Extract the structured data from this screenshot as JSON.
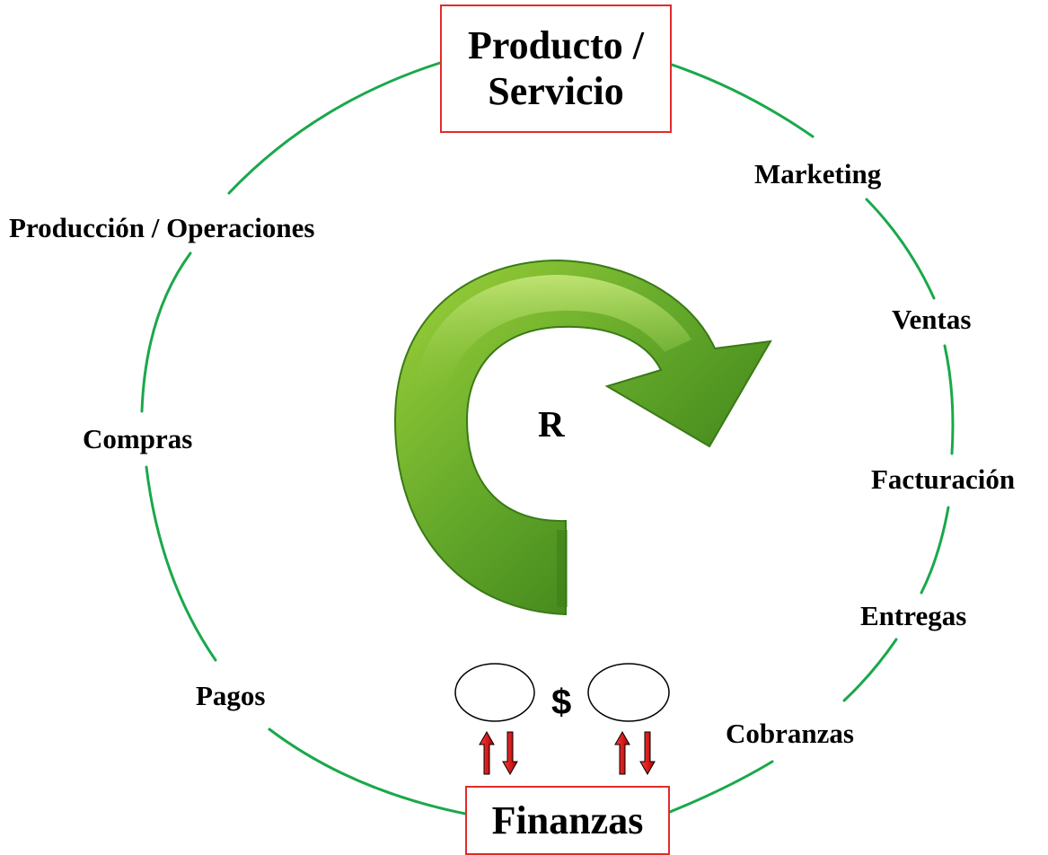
{
  "diagram": {
    "top_node": {
      "line1": "Producto /",
      "line2": "Servicio"
    },
    "bottom_node": {
      "label": "Finanzas"
    },
    "center_label": "R",
    "currency_symbol": "$",
    "steps": {
      "marketing": "Marketing",
      "ventas": "Ventas",
      "facturacion": "Facturación",
      "entregas": "Entregas",
      "cobranzas": "Cobranzas",
      "pagos": "Pagos",
      "compras": "Compras",
      "produccion": "Producción / Operaciones"
    },
    "colors": {
      "cycle_ring": "#1aa84a",
      "node_border": "#e32b2b",
      "cycle_arrow": "#4f9a1c",
      "small_arrows": "#e01010",
      "text": "#000000"
    },
    "icons": [
      "cycle-arrow-icon",
      "up-arrow-icon",
      "down-arrow-icon"
    ]
  }
}
